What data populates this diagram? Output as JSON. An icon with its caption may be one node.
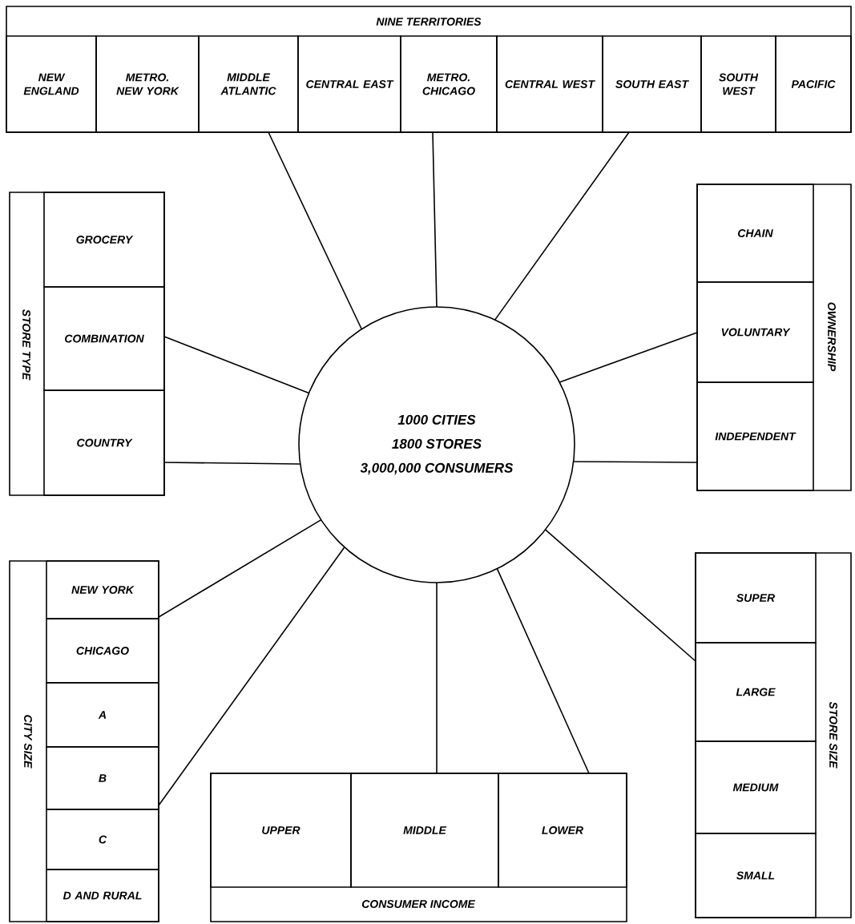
{
  "diagram": {
    "nodes": [
      {
        "text": [
          "NINE TERRITORIES"
        ]
      },
      {
        "text": [
          "NEW ENGLAND"
        ],
        "in": 0
      },
      {
        "text": [
          "METRO. NEW YORK"
        ],
        "in": 0
      },
      {
        "text": [
          "MIDDLE ATLANTIC"
        ],
        "in": 0
      },
      {
        "text": [
          "CENTRAL EAST"
        ],
        "in": 0
      },
      {
        "text": [
          "METRO. CHICAGO"
        ],
        "in": 0
      },
      {
        "text": [
          "CENTRAL WEST"
        ],
        "in": 0
      },
      {
        "text": [
          "SOUTH EAST"
        ],
        "in": 0
      },
      {
        "text": [
          "SOUTH WEST"
        ],
        "in": 0
      },
      {
        "text": [
          "PACIFIC"
        ],
        "in": 0
      },
      {
        "text": [
          "STORE TYPE"
        ]
      },
      {
        "text": [
          "GROCERY"
        ],
        "in": 10
      },
      {
        "text": [
          "COMBINATION"
        ],
        "in": 10
      },
      {
        "text": [
          "COUNTRY"
        ],
        "in": 10
      },
      {
        "text": [
          "OWNERSHIP"
        ]
      },
      {
        "text": [
          "CHAIN"
        ],
        "in": 14
      },
      {
        "text": [
          "VOLUNTARY"
        ],
        "in": 14
      },
      {
        "text": [
          "INDEPENDENT"
        ],
        "in": 14
      },
      {
        "text": [
          "1000 CITIES",
          "1800 STORES",
          "3,000,000 CONSUMERS"
        ]
      },
      {
        "text": [
          "CITY SIZE"
        ]
      },
      {
        "text": [
          "NEW YORK"
        ],
        "in": 19
      },
      {
        "text": [
          "CHICAGO"
        ],
        "in": 19
      },
      {
        "text": [
          "A"
        ],
        "in": 19
      },
      {
        "text": [
          "B"
        ],
        "in": 19
      },
      {
        "text": [
          "C"
        ],
        "in": 19
      },
      {
        "text": [
          "D AND RURAL"
        ],
        "in": 19
      },
      {
        "text": [
          "STORE SIZE"
        ]
      },
      {
        "text": [
          "SUPER"
        ],
        "in": 26
      },
      {
        "text": [
          "LARGE"
        ],
        "in": 26
      },
      {
        "text": [
          "MEDIUM"
        ],
        "in": 26
      },
      {
        "text": [
          "SMALL"
        ],
        "in": 26
      },
      {
        "text": [
          "CONSUMER INCOME"
        ]
      },
      {
        "text": [
          "UPPER"
        ],
        "in": 31
      },
      {
        "text": [
          "MIDDLE"
        ],
        "in": 31
      },
      {
        "text": [
          "LOWER"
        ],
        "in": 31
      }
    ],
    "edges": [
      {
        "from": 18,
        "to": 0,
        "arrow": "none"
      },
      {
        "from": 18,
        "to": 0,
        "arrow": "none"
      },
      {
        "from": 18,
        "to": 0,
        "arrow": "none"
      },
      {
        "from": 18,
        "to": 10,
        "arrow": "none"
      },
      {
        "from": 18,
        "to": 10,
        "arrow": "none"
      },
      {
        "from": 18,
        "to": 14,
        "arrow": "none"
      },
      {
        "from": 18,
        "to": 14,
        "arrow": "none"
      },
      {
        "from": 18,
        "to": 19,
        "arrow": "none"
      },
      {
        "from": 18,
        "to": 19,
        "arrow": "none"
      },
      {
        "from": 18,
        "to": 31,
        "arrow": "none"
      },
      {
        "from": 18,
        "to": 31,
        "arrow": "none"
      },
      {
        "from": 18,
        "to": 26,
        "arrow": "none"
      }
    ]
  }
}
